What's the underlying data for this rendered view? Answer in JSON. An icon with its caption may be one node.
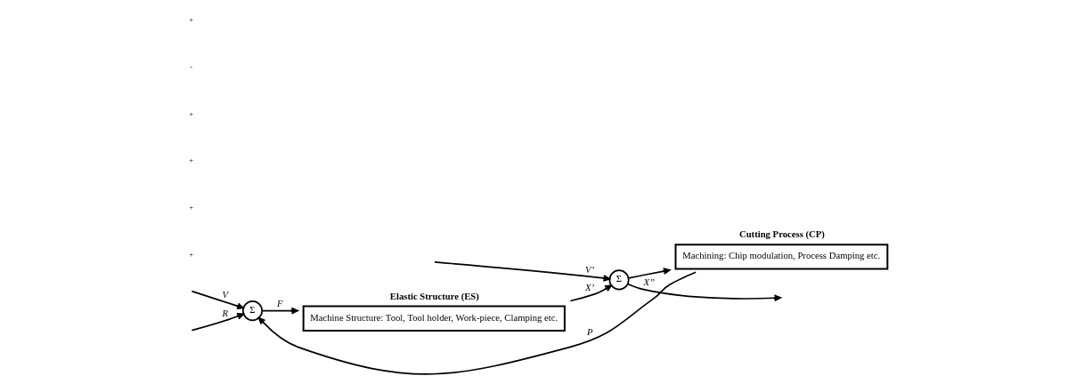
{
  "diagram": {
    "nodes": [
      {
        "text": [
          "Σ"
        ]
      },
      {
        "text": [
          "Elastic Structure (ES)",
          "Machine Structure: Tool, Tool holder, Work-piece, Clamping etc."
        ]
      },
      {
        "text": [
          "Σ"
        ]
      },
      {
        "text": [
          "Cutting Process (CP)",
          "Machining: Chip modulation, Process Damping etc."
        ]
      }
    ],
    "edges": [
      {
        "from": null,
        "to": 0,
        "arrow": "to",
        "label": "V"
      },
      {
        "from": null,
        "to": 0,
        "arrow": "to",
        "label": "R"
      },
      {
        "from": 0,
        "to": 1,
        "arrow": "to",
        "label": "F"
      },
      {
        "from": 1,
        "to": 2,
        "arrow": "to",
        "label": "X’"
      },
      {
        "from": null,
        "to": 2,
        "arrow": "to",
        "label": "V’"
      },
      {
        "from": 2,
        "to": null,
        "arrow": "to",
        "label": "X’’"
      },
      {
        "from": 2,
        "to": 3,
        "arrow": "to"
      },
      {
        "from": 3,
        "to": 0,
        "arrow": "to",
        "label": "P"
      }
    ],
    "labels": [
      "+",
      "+",
      "+",
      "+",
      "-",
      "+"
    ]
  }
}
